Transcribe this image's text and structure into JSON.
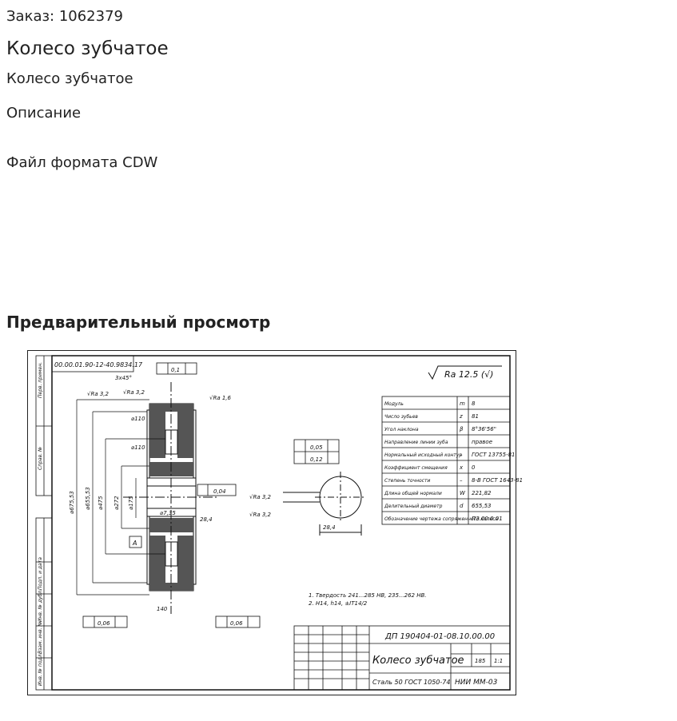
{
  "order": {
    "label": "Заказ: 1062379"
  },
  "title": "Колесо зубчатое",
  "subtitle": "Колесо зубчатое",
  "description": {
    "heading": "Описание",
    "file_format": "Файл формата CDW"
  },
  "preview": {
    "heading": "Предварительный просмотр",
    "drawing": {
      "doc_code_rotated": "00.00.01.90-12-40.9834.17",
      "roughness": "Ra 12.5 (√)",
      "designation": "ДП 190404-01-08.10.00.00",
      "part_name": "Колесо зубчатое",
      "material": "Сталь 50 ГОСТ 1050-74",
      "org": "НИИ ММ-03",
      "scale": "1:1",
      "mass": "185",
      "notes": [
        "1. Твердость 241...285 НВ, 235...262 НВ.",
        "2. H14, h14, ±IT14/2"
      ],
      "param_table": [
        [
          "Модуль",
          "m",
          "8"
        ],
        [
          "Число зубьев",
          "z",
          "81"
        ],
        [
          "Угол наклона",
          "β",
          "8°36'56\""
        ],
        [
          "Направление линии зуба",
          "",
          "правое"
        ],
        [
          "Нормальный исходный контур",
          "–",
          "ГОСТ 13755-81"
        ],
        [
          "Коэффициент смещения",
          "x",
          "0"
        ],
        [
          "Степень точности",
          "–",
          "8-В ГОСТ 1643-81"
        ],
        [
          "Длина общей нормали",
          "W",
          "221,82"
        ],
        [
          "Делительный диаметр",
          "d",
          "655,53"
        ],
        [
          "Обозначение чертежа сопряженного колеса",
          "",
          "ПЗ.00.0.01"
        ]
      ],
      "dims": {
        "d1": "⌀675,53",
        "d2": "⌀655,53",
        "d3": "⌀475",
        "d4": "⌀272",
        "d5": "⌀175",
        "d6": "⌀110",
        "w": "140",
        "key": "28,4",
        "tol1": "0,1",
        "tol2": "0,05",
        "tol3": "0,04"
      }
    }
  }
}
